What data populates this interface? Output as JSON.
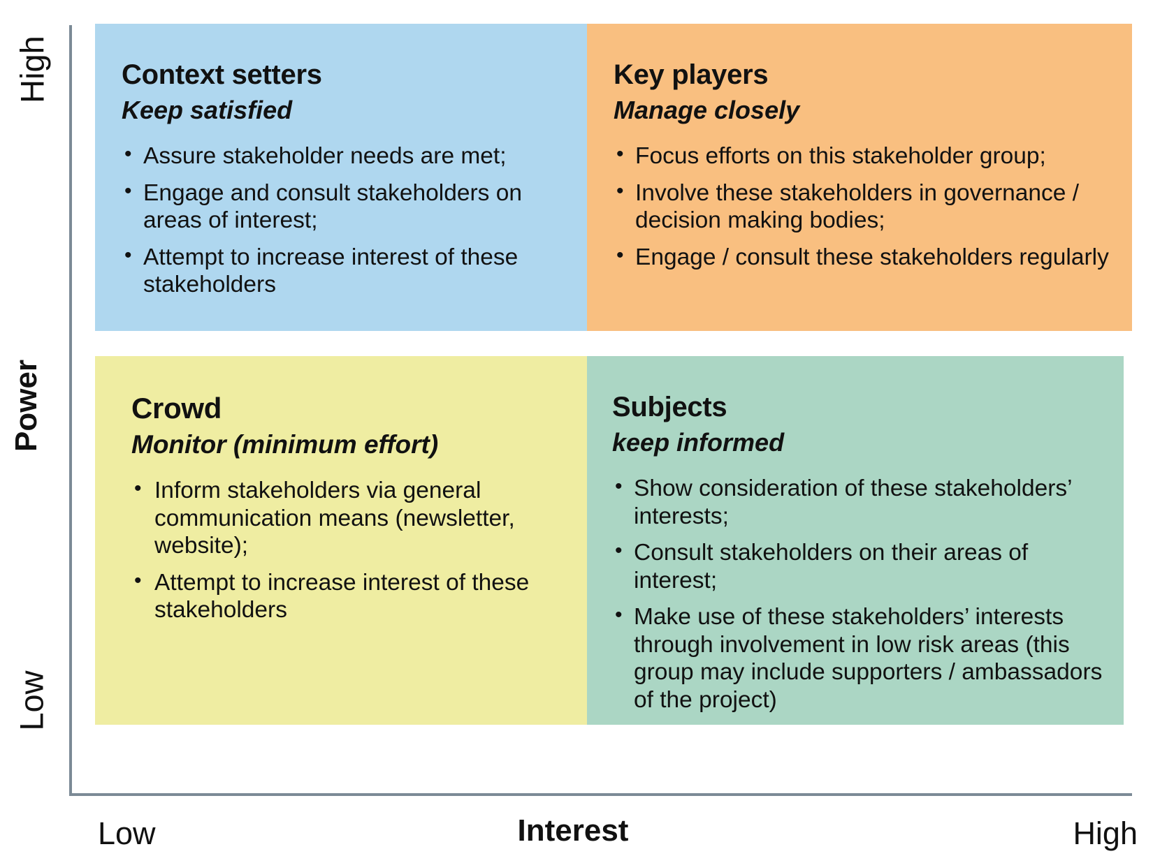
{
  "axes": {
    "y": {
      "title": "Power",
      "high": "High",
      "low": "Low"
    },
    "x": {
      "title": "Interest",
      "low": "Low",
      "high": "High"
    }
  },
  "colors": {
    "context_setters": "#AFD7EF",
    "key_players": "#F9BF80",
    "crowd": "#EFEDA2",
    "subjects": "#ABD6C4",
    "axis_line": "#7C8A96",
    "text": "#111111"
  },
  "quadrants": [
    {
      "id": "context-setters",
      "title": "Context setters",
      "subtitle": "Keep satisfied",
      "bullets": [
        "Assure stakeholder needs are met;",
        "Engage and consult stakeholders on areas of interest;",
        "Attempt to increase interest of these stakeholders"
      ]
    },
    {
      "id": "key-players",
      "title": "Key players",
      "subtitle": "Manage closely",
      "bullets": [
        "Focus efforts on this stakeholder group;",
        "Involve these stakeholders in governance / decision making bodies;",
        "Engage / consult these stakeholders regularly"
      ]
    },
    {
      "id": "crowd",
      "title": "Crowd",
      "subtitle": "Monitor (minimum effort)",
      "bullets": [
        "Inform stakeholders via general communication means (newsletter, website);",
        "Attempt to increase interest of these stakeholders"
      ]
    },
    {
      "id": "subjects",
      "title": "Subjects",
      "subtitle": "keep informed",
      "bullets": [
        "Show consideration of these stakeholders’ interests;",
        "Consult stakeholders on their areas of interest;",
        "Make use of these stakeholders’ interests through involvement in low risk areas (this group may include supporters / ambassadors of the project)"
      ]
    }
  ]
}
